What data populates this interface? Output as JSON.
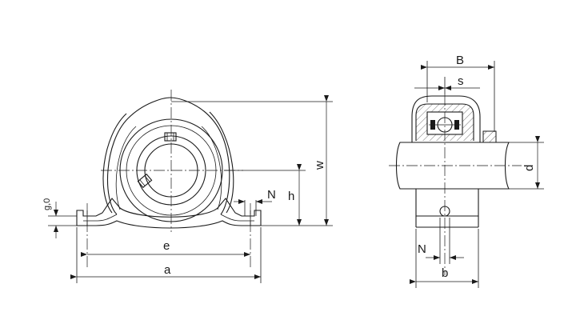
{
  "front_view": {
    "labels": {
      "e": "e",
      "a": "a",
      "h": "h",
      "N": "N",
      "w": "w",
      "g": "g,0"
    }
  },
  "side_view": {
    "labels": {
      "B": "B",
      "s": "s",
      "d": "d",
      "N": "N",
      "b": "b"
    }
  }
}
